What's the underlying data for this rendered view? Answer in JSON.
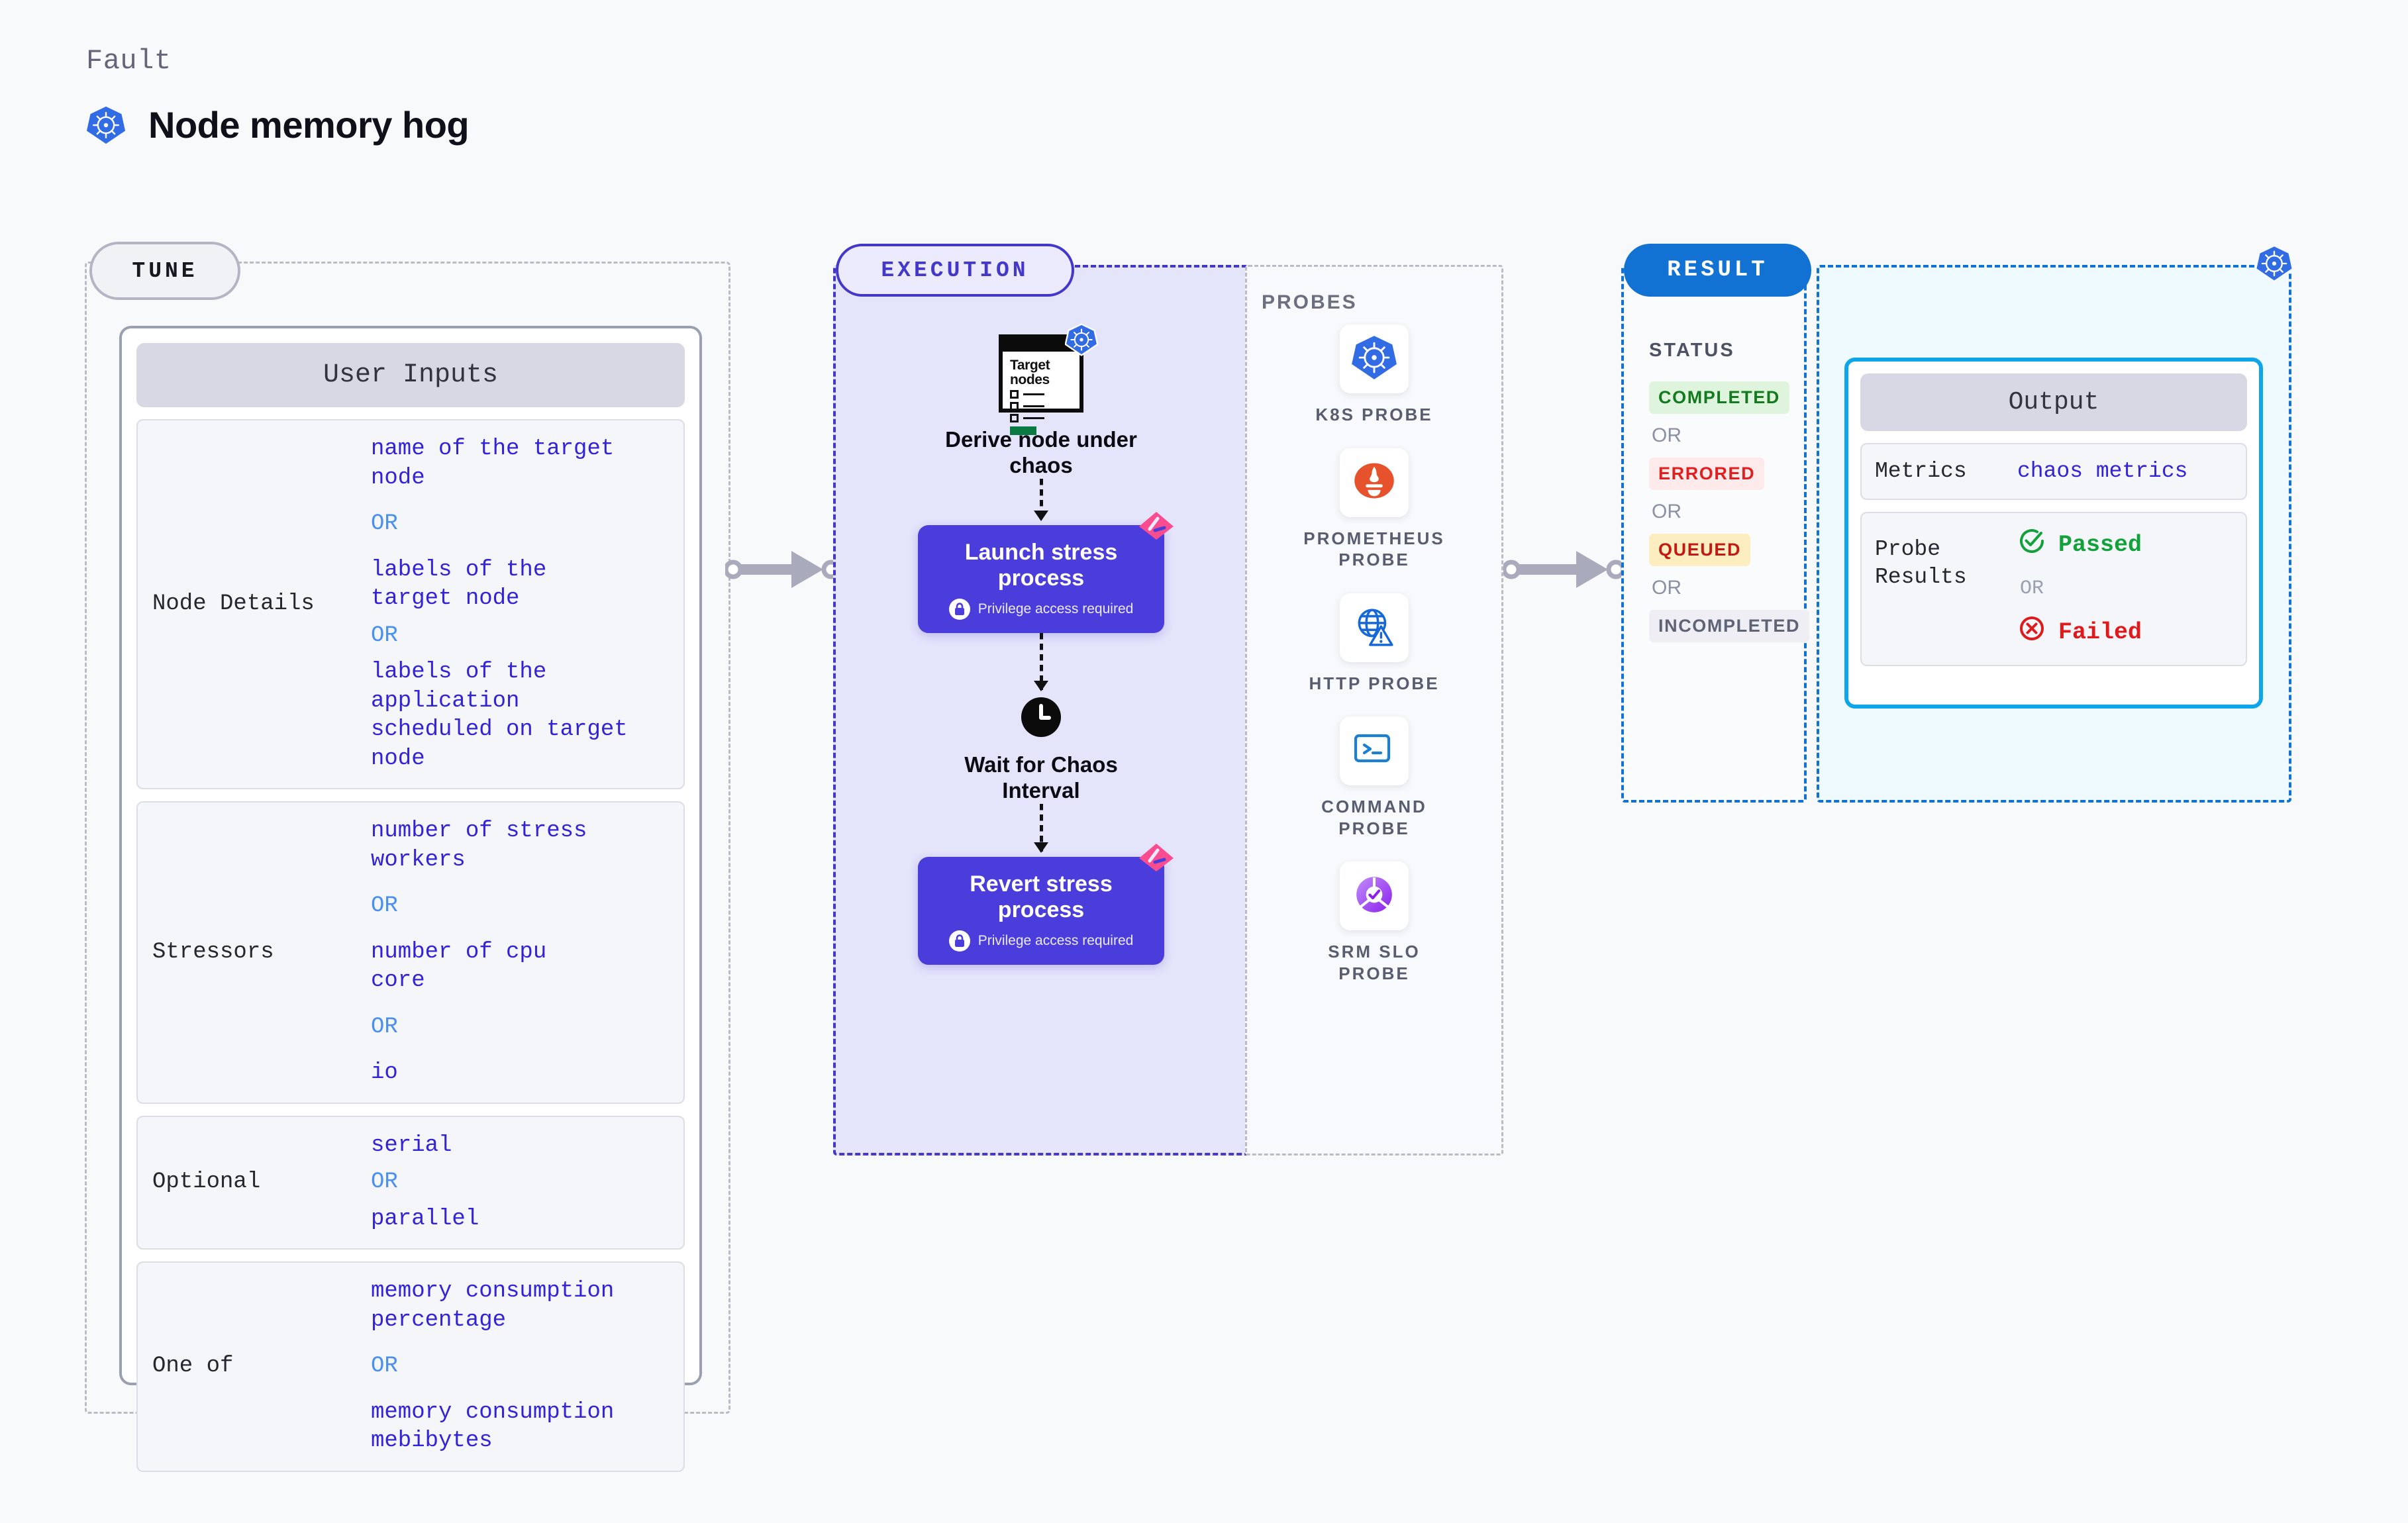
{
  "header": {
    "eyebrow": "Fault",
    "title": "Node memory hog",
    "icon": "kubernetes-icon"
  },
  "tune": {
    "tag": "TUNE",
    "card_title": "User Inputs",
    "rows": [
      {
        "key": "Node Details",
        "values": [
          "name of the target\nnode",
          "labels of the\ntarget node",
          "labels of the application\n scheduled on target node"
        ],
        "separator": "OR"
      },
      {
        "key": "Stressors",
        "values": [
          "number of stress\nworkers",
          "number of cpu\ncore",
          "io"
        ],
        "separator": "OR"
      },
      {
        "key": "Optional",
        "values": [
          "serial",
          "parallel"
        ],
        "separator": "OR"
      },
      {
        "key": "One of",
        "values": [
          "memory consumption\npercentage",
          "memory consumption\nmebibytes"
        ],
        "separator": "OR"
      }
    ]
  },
  "execution": {
    "tag": "EXECUTION",
    "steps": [
      {
        "caption": "Derive node under\nchaos",
        "icon": "target-nodes-icon",
        "type": "icon"
      },
      {
        "caption": "Launch stress\nprocess",
        "sub": "Privilege access required",
        "icon": "lock-icon",
        "type": "action"
      },
      {
        "caption": "Wait for Chaos\nInterval",
        "icon": "clock-icon",
        "type": "icon"
      },
      {
        "caption": "Revert stress\nprocess",
        "sub": "Privilege access required",
        "icon": "lock-icon",
        "type": "action"
      }
    ],
    "target_nodes_card": {
      "title": "Target\nnodes"
    }
  },
  "probes": {
    "title": "PROBES",
    "items": [
      {
        "label": "K8S  PROBE",
        "icon": "kubernetes-icon"
      },
      {
        "label": "PROMETHEUS\nPROBE",
        "icon": "prometheus-flame-icon"
      },
      {
        "label": "HTTP  PROBE",
        "icon": "globe-warning-icon"
      },
      {
        "label": "COMMAND\nPROBE",
        "icon": "terminal-icon"
      },
      {
        "label": "SRM  SLO\nPROBE",
        "icon": "slo-check-icon"
      }
    ]
  },
  "result": {
    "tag": "RESULT",
    "status_title": "STATUS",
    "separator": "OR",
    "statuses": [
      {
        "label": "COMPLETED",
        "bg": "#dff4dc",
        "fg": "#137a1f"
      },
      {
        "label": "ERRORED",
        "bg": "#fdeaea",
        "fg": "#e02020"
      },
      {
        "label": "QUEUED",
        "bg": "#fdeec2",
        "fg": "#c21a12"
      },
      {
        "label": "INCOMPLETED",
        "bg": "#eeeef4",
        "fg": "#5e6375"
      }
    ],
    "badge_icon": "kubernetes-icon",
    "output": {
      "card_title": "Output",
      "metrics_key": "Metrics",
      "metrics_value": "chaos metrics",
      "probe_results_key": "Probe\nResults",
      "passed": "Passed",
      "failed": "Failed",
      "separator": "OR"
    }
  },
  "colors": {
    "k8s_blue": "#326ce5",
    "execution_purple": "#4338ca",
    "action_card": "#4b3ddb",
    "result_blue": "#1272d3",
    "output_border": "#0ea6e9",
    "mono_value": "#3323d8",
    "or_blue": "#4a90f0",
    "ribbon_pink": "#fa4d8f"
  }
}
